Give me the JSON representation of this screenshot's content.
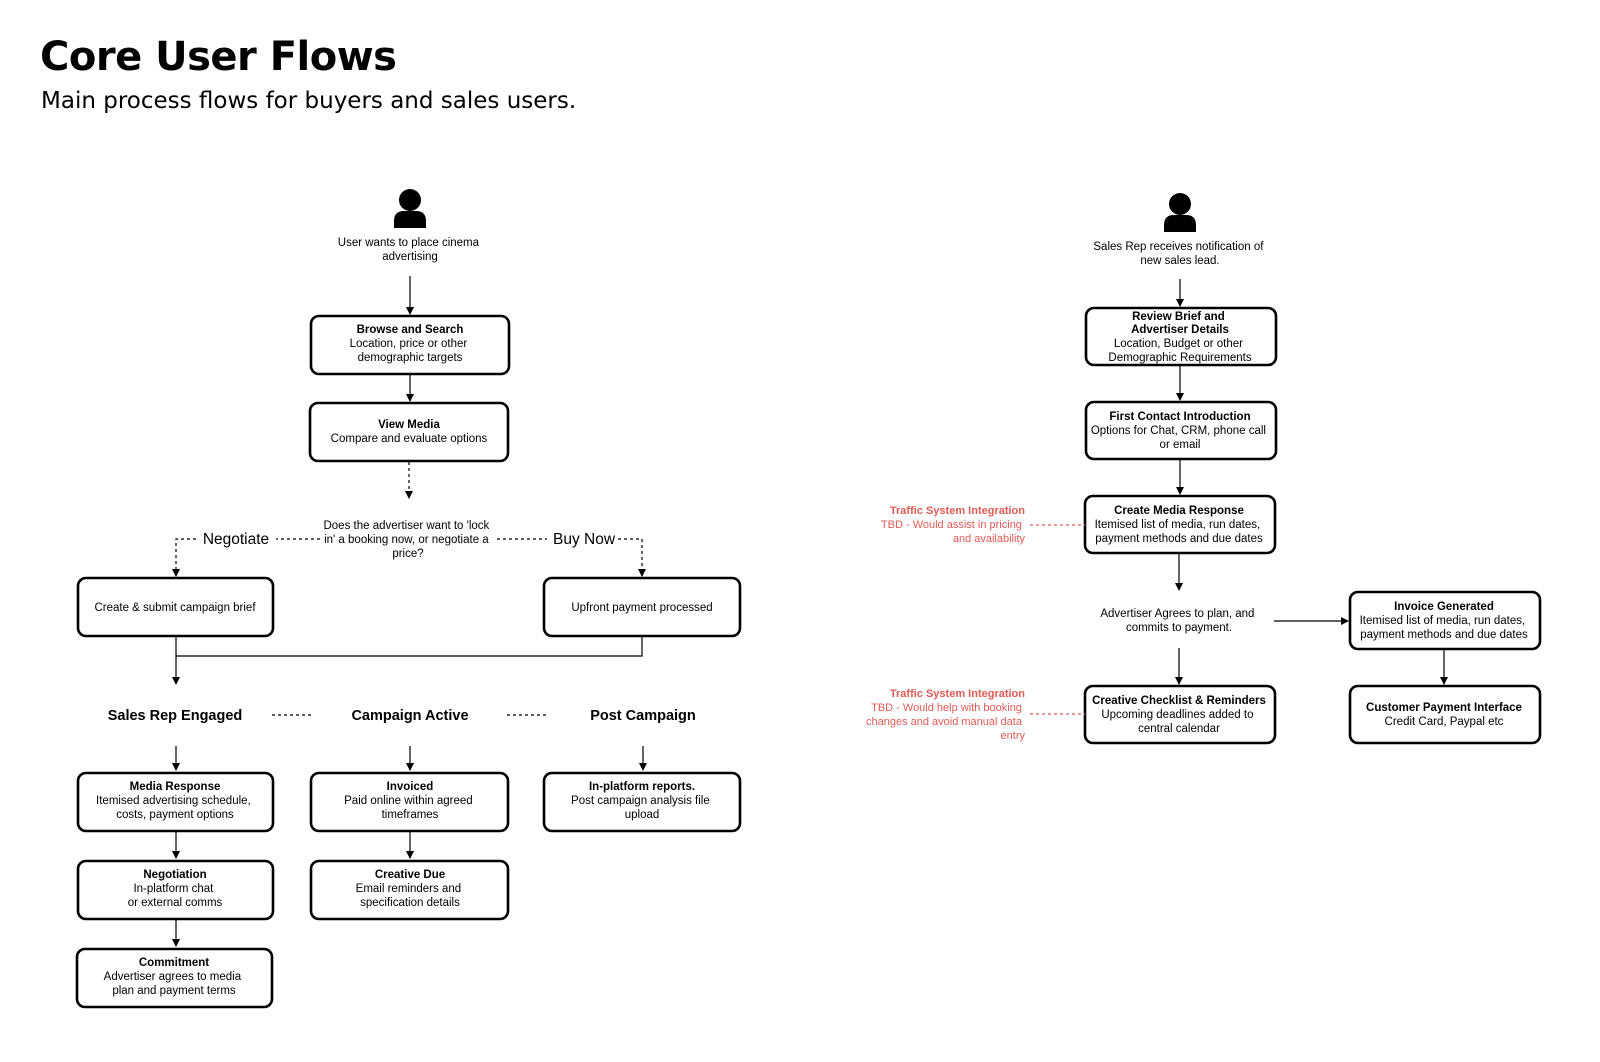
{
  "page": {
    "title": "Core User Flows",
    "subtitle": "Main process flows for buyers and sales users."
  },
  "buyer_flow": {
    "start_icon": "user-icon",
    "start_label": [
      "User wants to place cinema",
      "advertising"
    ],
    "browse": {
      "title": "Browse and Search",
      "lines": [
        "Location, price or other",
        "demographic targets"
      ]
    },
    "view_media": {
      "title": "View Media",
      "lines": [
        "Compare and evaluate options"
      ]
    },
    "decision": [
      "Does the advertiser want to 'lock",
      "in' a booking now, or negotiate a",
      "price?"
    ],
    "branch_left": "Negotiate",
    "branch_right": "Buy Now",
    "brief": "Create & submit campaign brief",
    "payment": "Upfront payment processed",
    "stages": [
      "Sales Rep Engaged",
      "Campaign Active",
      "Post Campaign"
    ],
    "media_response": {
      "title": "Media Response",
      "lines": [
        "Itemised advertising schedule,",
        "costs, payment options"
      ]
    },
    "negotiation": {
      "title": "Negotiation",
      "lines": [
        "In-platform chat",
        "or external comms"
      ]
    },
    "commitment": {
      "title": "Commitment",
      "lines": [
        "Advertiser agrees to media",
        "plan and payment terms"
      ]
    },
    "invoiced": {
      "title": "Invoiced",
      "lines": [
        "Paid online within agreed",
        "timeframes"
      ]
    },
    "creative_due": {
      "title": "Creative Due",
      "lines": [
        "Email reminders and",
        "specification details"
      ]
    },
    "reports": {
      "title": "In-platform reports.",
      "lines": [
        "Post campaign analysis file",
        "upload"
      ]
    }
  },
  "sales_flow": {
    "start_icon": "user-icon",
    "start_label": [
      "Sales Rep receives notification of",
      "new sales lead."
    ],
    "review": {
      "title_lines": [
        "Review Brief and",
        "Advertiser Details"
      ],
      "lines": [
        "Location, Budget or other",
        "Demographic Requirements"
      ]
    },
    "first_contact": {
      "title": "First Contact Introduction",
      "lines": [
        "Options for Chat, CRM, phone call",
        "or email"
      ]
    },
    "create_response": {
      "title": "Create Media Response",
      "lines": [
        "Itemised list of media, run dates,",
        "payment methods and due dates"
      ]
    },
    "agrees": [
      "Advertiser Agrees to plan, and",
      "commits to payment."
    ],
    "creative_checklist": {
      "title": "Creative Checklist & Reminders",
      "lines": [
        "Upcoming deadlines added to",
        "central calendar"
      ]
    },
    "invoice_generated": {
      "title": "Invoice Generated",
      "lines": [
        "Itemised list of media, run dates,",
        "payment methods and due dates"
      ]
    },
    "customer_payment": {
      "title": "Customer Payment Interface",
      "lines": [
        "Credit Card, Paypal etc"
      ]
    },
    "note_1": {
      "title": "Traffic System Integration",
      "lines": [
        "TBD - Would assist in pricing",
        "and availability"
      ]
    },
    "note_2": {
      "title": "Traffic System Integration",
      "lines": [
        "TBD - Would help with booking",
        "changes and avoid manual data",
        "entry"
      ]
    }
  },
  "colors": {
    "note": "#e05b55",
    "stroke": "#000000",
    "background": "#ffffff"
  }
}
